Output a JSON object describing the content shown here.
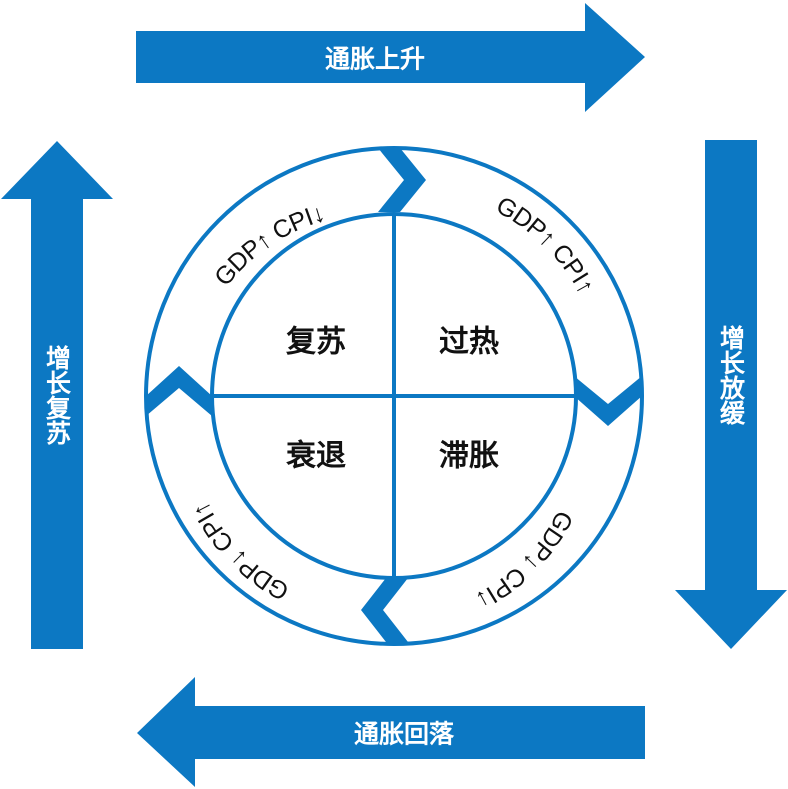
{
  "colors": {
    "accent": "#0c78c3",
    "background": "#ffffff",
    "text": "#111111"
  },
  "arrows": {
    "top": "通胀上升",
    "right": "增长放缓",
    "bottom": "通胀回落",
    "left": "增长复苏"
  },
  "quadrants": {
    "top_left": "复苏",
    "top_right": "过热",
    "bottom_left": "衰退",
    "bottom_right": "滞胀"
  },
  "ring": {
    "top_left": "GDP↑ CPI↓",
    "top_right": "GDP↑ CPI↑",
    "bottom_right": "GDP↓ CPI↓",
    "bottom_left": "GDP↓ CPI↑"
  }
}
